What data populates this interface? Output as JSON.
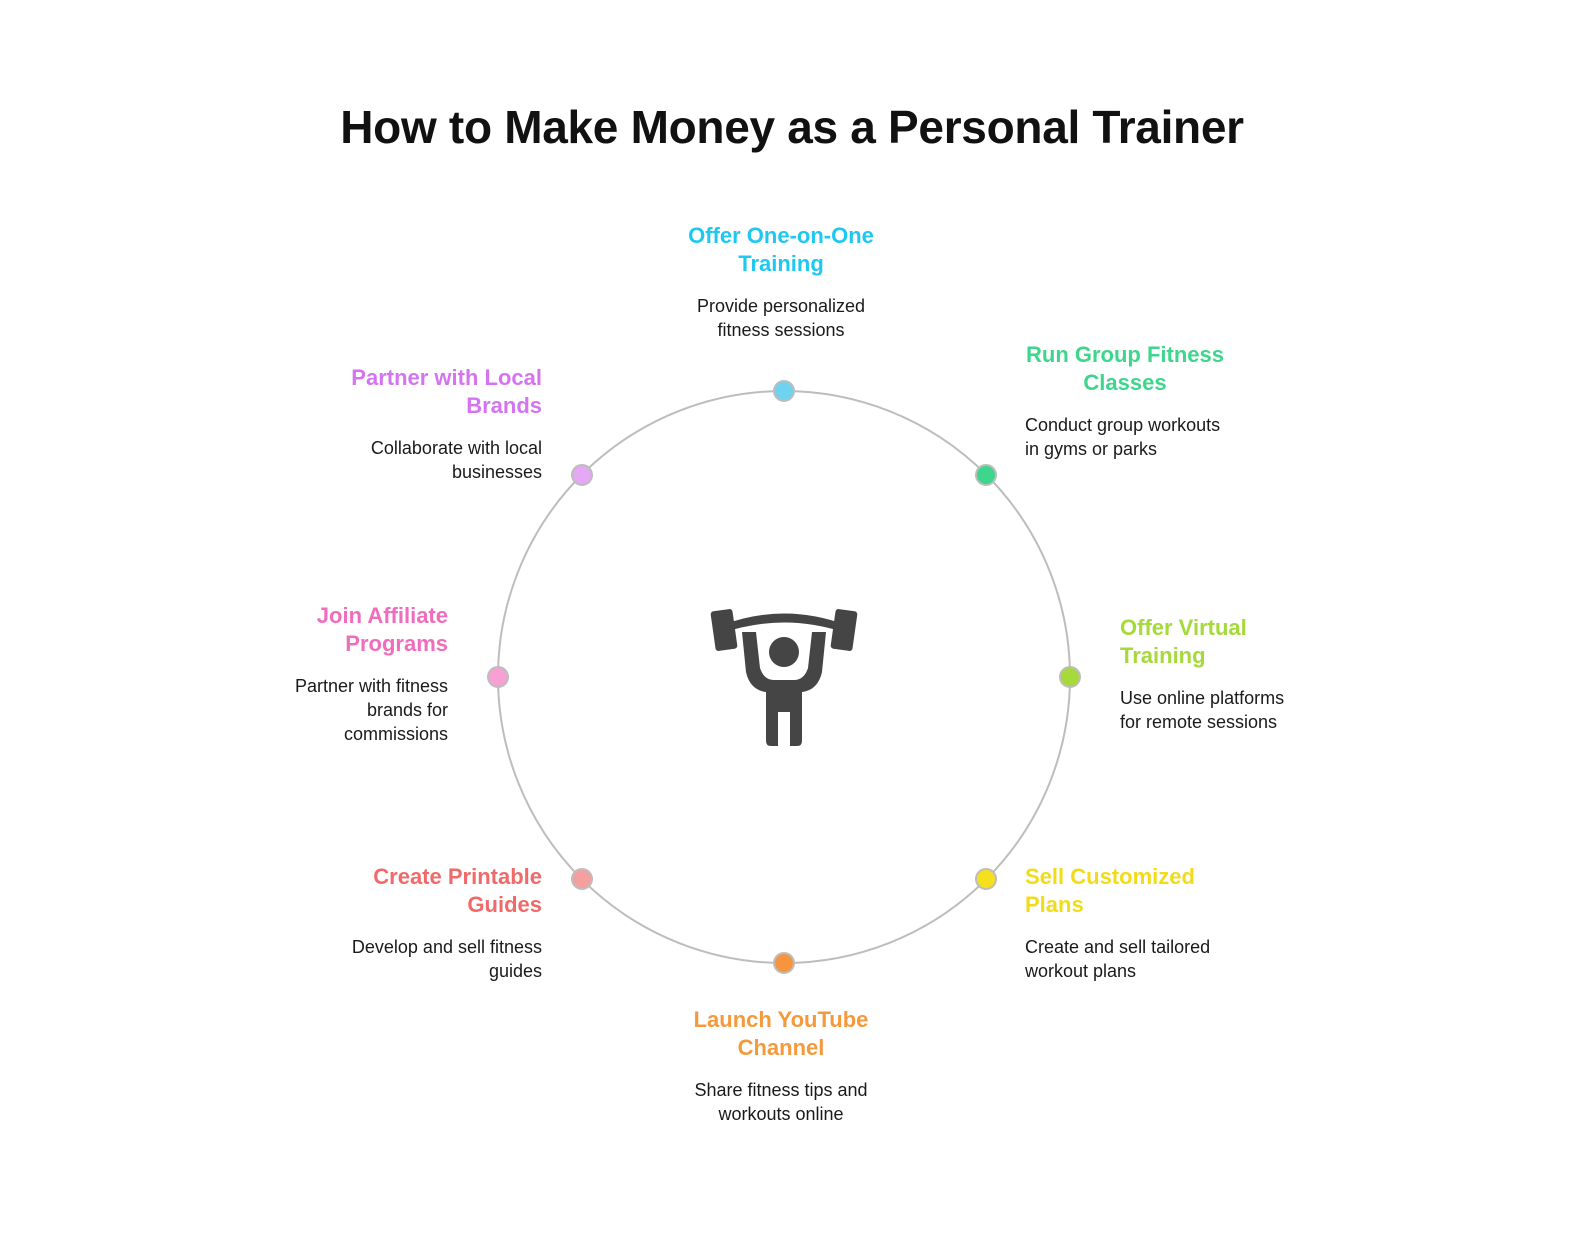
{
  "title": "How to Make Money as a Personal Trainer",
  "center_icon": "weightlifter-icon",
  "ring_color": "#bdbdbd",
  "nodes": [
    {
      "id": "one-on-one",
      "title": "Offer One-on-One Training",
      "desc": "Provide personalized fitness sessions",
      "color": "#1ec8f0",
      "dot_color": "#6fd3f0"
    },
    {
      "id": "group-fitness",
      "title": "Run Group Fitness Classes",
      "desc": "Conduct group workouts in gyms or parks",
      "color": "#3dd68c",
      "dot_color": "#3dd68c"
    },
    {
      "id": "virtual-training",
      "title": "Offer Virtual Training",
      "desc": "Use online platforms for remote sessions",
      "color": "#a6d93a",
      "dot_color": "#a6d93a"
    },
    {
      "id": "customized-plans",
      "title": "Sell Customized Plans",
      "desc": "Create and sell tailored workout plans",
      "color": "#f2dc1a",
      "dot_color": "#f5e020"
    },
    {
      "id": "youtube-channel",
      "title": "Launch YouTube Channel",
      "desc": "Share fitness tips and workouts online",
      "color": "#f59a3c",
      "dot_color": "#f59540"
    },
    {
      "id": "printable-guides",
      "title": "Create Printable Guides",
      "desc": "Develop and sell fitness guides",
      "color": "#f06a6a",
      "dot_color": "#f5a0a0"
    },
    {
      "id": "affiliate-programs",
      "title": "Join Affiliate Programs",
      "desc": "Partner with fitness brands for commissions",
      "color": "#f06cbc",
      "dot_color": "#f7a0d4"
    },
    {
      "id": "local-brands",
      "title": "Partner with Local Brands",
      "desc": "Collaborate with local businesses",
      "color": "#d474f0",
      "dot_color": "#e4a8f4"
    }
  ]
}
